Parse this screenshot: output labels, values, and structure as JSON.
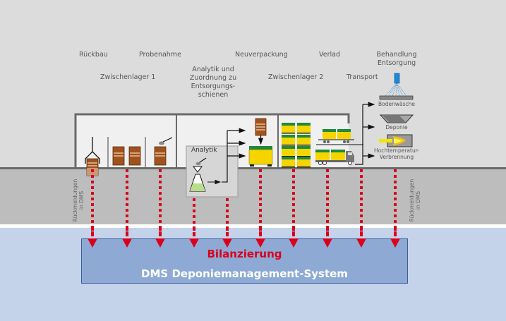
{
  "process_steps": {
    "rueckbau": "Rückbau",
    "probenahme": "Probenahme",
    "zwischenlager1": "Zwischenlager 1",
    "analytik_zuordnung": [
      "Analytik und",
      "Zuordnung zu",
      "Entsorgungs-",
      "schienen"
    ],
    "neuverpackung": "Neuverpackung",
    "zwischenlager2": "Zwischenlager 2",
    "verlad": "Verlad",
    "transport": "Transport",
    "behandlung": [
      "Behandlung",
      "Entsorgung"
    ]
  },
  "treatment_options": {
    "bodenwaesche": "Bodenwäsche",
    "deponie": "Deponie",
    "verbrennung": [
      "Hochtemperatur-",
      "Verbrennung"
    ]
  },
  "analytik_box": {
    "label": "Analytik"
  },
  "feedback": {
    "left": [
      "Rückmeldungen",
      "in DMS"
    ],
    "right": [
      "Rückmeldungen",
      "in DMS"
    ]
  },
  "dms": {
    "bilanzierung": "Bilanzierung",
    "system": "DMS Deponiemanagement-System"
  },
  "colors": {
    "accent_red": "#d9001b",
    "container_yellow": "#f5d400",
    "container_green": "#1f8a3a",
    "barrel_brown": "#a0521d",
    "dms_blue": "#8eaad4"
  }
}
